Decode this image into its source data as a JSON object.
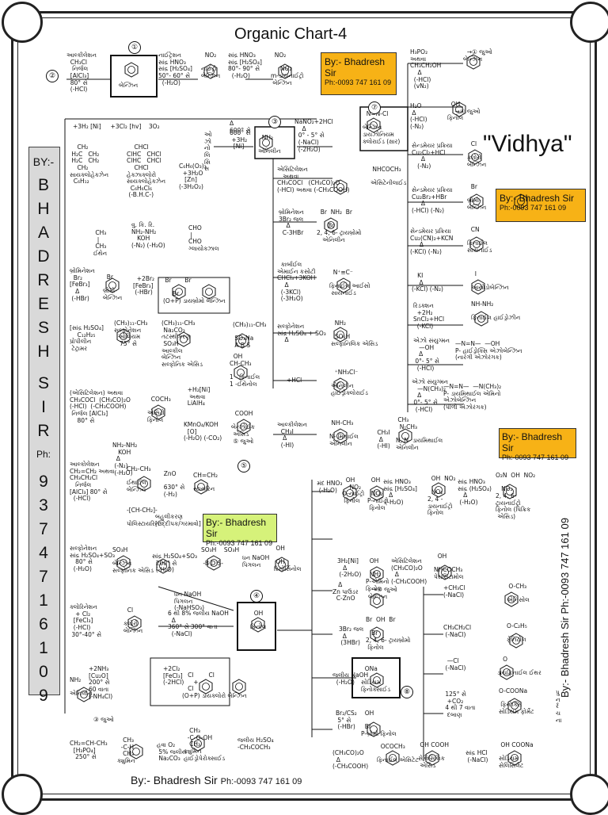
{
  "title": "Organic Chart-4",
  "watermark": "\"Vidhya\"",
  "credits": {
    "label": "By:- Bhadresh Sir",
    "phone": "Ph:-0093 747 161 09",
    "phone_alt": "Ph:-0093 747 161 09",
    "footer_label": "By:- Bhadresh Sir",
    "footer_phone": "Ph:-0093 747 161 09",
    "vertical": "By:- Bhadresh Sir Ph:-0093 747 161 09"
  },
  "sidebar": {
    "by": "BY:-",
    "letters": [
      "B",
      "H",
      "A",
      "D",
      "R",
      "E",
      "S",
      "H",
      "",
      "S",
      "I",
      "R"
    ],
    "ph": "Ph:",
    "digits": [
      "9",
      "3",
      "7",
      "4",
      "7",
      "1",
      "6",
      "1",
      "0",
      "9"
    ]
  },
  "center_numbers": [
    "①",
    "②",
    "③",
    "④",
    "⑤",
    "⑦",
    "⑧"
  ],
  "blocks": [
    {
      "id": "b1",
      "text": "આલ્કીલેશન\n  CH₃Cl\n   નિર્જલ\n  [AlCl₃]\n  80° સે\n  (-HCl)"
    },
    {
      "id": "b2",
      "text": "નાઈટ્રેશન\nસાંદ્ર HNO₃\nસાંદ્ર [H₂SO₄]\n50°- 60° સે\n  (-H₂O)"
    },
    {
      "id": "b3",
      "text": "  NO₂\n\nનાઈટ્રો\nબેન્ઝિન"
    },
    {
      "id": "b4",
      "text": "સાંદ્ર HNO₃\nસાંદ્ર [H₂SO₄]\n80°- 90° સે\n  (-H₂O)"
    },
    {
      "id": "b5",
      "text": "  NO₂\n\n     NO₂\nm-ડાયનાઈટ્રો\n બેન્ઝિન"
    },
    {
      "id": "b6",
      "text": "બેન્ઝિન"
    },
    {
      "id": "b7",
      "text": "+3H₂ [Ni]     +3Cl₂ [hv]    3O₂"
    },
    {
      "id": "b8",
      "text": "    CH₂\n H₂C   CH₂\n H₂C   CH₂\n    CH₂\nસાયક્લોહેક્ઝેન\n  C₆H₁₂"
    },
    {
      "id": "b9",
      "text": "    CHCl\nClHC   CHCl\nClHC   CHCl\n    CHCl\nહેક્ઝાક્લોરો\nસાયક્લોહેક્ઝેન\n  C₆H₆Cl₆\n (-B.H.C-)"
    },
    {
      "id": "b10",
      "text": "ઓ\nઝો\nનો\nલિ\nસિ\nસ"
    },
    {
      "id": "b11",
      "text": "C₆H₆(O₃)₃\n  +3H₂O\n   [Zn]\n(-3H₂O₂)"
    },
    {
      "id": "b12",
      "text": "વુ. કિ. રિ.\nNH₂-NH₂\n   KOH\n(-N₂) (-H₂O)"
    },
    {
      "id": "b13",
      "text": " CH₃\n  |\n CH₃\nઈથેન"
    },
    {
      "id": "b14",
      "text": "CHO\n |\nCHO\nગ્લાયોક્ઝાલ"
    },
    {
      "id": "b15",
      "text": "600° સે\n +3H₂\n  [Ni]"
    },
    {
      "id": "b16",
      "text": "  NH₂\n\nએનિલીન"
    },
    {
      "id": "b17",
      "text": "NaNO₂+2HCl\n    Δ\n  0° - 5° સે\n  (-NaCl)\n  (-2H₂O)"
    },
    {
      "id": "b18",
      "text": "  N=N-Cl\n\nબેન્ઝિન\nડાયઝોનિયમ\nક્લોરાઈડ (ક્ષાર)"
    },
    {
      "id": "b19",
      "text": "H₃PO₂\nઅથવા\nCH₃CH₂OH\n    Δ\n  (-HCl)\n  (vN₂)"
    },
    {
      "id": "b20",
      "text": "  →① જુઓ\nબેન્ઝિન"
    },
    {
      "id": "b21",
      "text": "H₂O\n Δ\n(-HCl)\n(-N₂)"
    },
    {
      "id": "b22",
      "text": "  OH\n    →④ જુઓ\nફિનોલ"
    },
    {
      "id": "b23",
      "text": "સેન્ડમેયર પ્રક્રિયા\nCu₂Cl₂+HCl\n     Δ\n   (-N₂)"
    },
    {
      "id": "b24",
      "text": "  Cl\n\nક્લોરો\nબેન્ઝિન"
    },
    {
      "id": "b25",
      "text": "સેન્ડમેયર પ્રક્રિયા\nCu₂Br₂+HBr\n     Δ\n(-HCl) (-N₂)"
    },
    {
      "id": "b26",
      "text": "  Br\n\nબ્રોમો-\nબેન્ઝિન"
    },
    {
      "id": "b27",
      "text": "સેન્ડમેયર પ્રક્રિયા\nCu₂(CN)₂+KCN\n     Δ\n(-KCl) (-N₂)"
    },
    {
      "id": "b28",
      "text": "  CN\n\nફિનાઈલ\nસાયનાઈડ"
    },
    {
      "id": "b29",
      "text": "   KI\n    Δ\n(-KCl) (-N₂)"
    },
    {
      "id": "b30",
      "text": "  I\n\nઆયોડોબેન્ઝિન"
    },
    {
      "id": "b31",
      "text": "રિડક્શન\n  +2H₂\nSnCl₂+HCl\n  (-KCl)"
    },
    {
      "id": "b32",
      "text": "NH-NH₂\n\nફિનાઈલ હાઈડ્રોઝીન"
    },
    {
      "id": "b33",
      "text": "એઝો સંયુગ્મન\n   —OH\n   Δ\n 0°- 5° સે\n  (-HCl)"
    },
    {
      "id": "b34",
      "text": "—N=N—  —OH\nP- હાઈડ્રોક્સિ એઝોબેન્ઝિન\n(નારંગી એઝોરંગક)"
    },
    {
      "id": "b35",
      "text": "એઝો સંયુગ્મન\n   —N(CH₃)₂\n   Δ\n 0°- 5° સે\n  (-HCl)"
    },
    {
      "id": "b36",
      "text": "—N=N—  —N(CH₃)₂\nP- ડાયમિથાઈલ એમિનો\nએઝોબેન્ઝિન\n(પીળો એઝોરંગક)"
    },
    {
      "id": "b37",
      "text": "એસિટિલેશન\n   અથવા\nCH₃COCl   (CH₃CO)₂O\n(-HCl) અથવા (-CH₃COOH)"
    },
    {
      "id": "b38",
      "text": " NHCOCH₃\n\nએસિટેનીલાઈડ"
    },
    {
      "id": "b39",
      "text": "બ્રોમિનેશન\n3Br₂ જલ\n    Δ\n  C-3HBr"
    },
    {
      "id": "b40",
      "text": "  Br  NH₂  Br\n\n      Br\n2, 4, 6- ટ્રાયબ્રોમો\n   એનિલીન"
    },
    {
      "id": "b41",
      "text": "  કાર્બાઈલ\nએમાઈન કસોટી\nCHCl₃+3KOH\n    Δ\n  (-3KCl)\n  (-3H₂O)"
    },
    {
      "id": "b42",
      "text": "  N⁺≡C⁻\n\nફિનાઈલ આઈસો\n સાયનાઈડ"
    },
    {
      "id": "b43",
      "text": "સલ્ફોનેશન\nસાંદ્ર H₂SO₄ + SO₃\n    Δ"
    },
    {
      "id": "b44",
      "text": "  NH₂\n\n  SO₃H\nસલ્ફાનિલિક એસિડ"
    },
    {
      "id": "b45",
      "text": "+HCl"
    },
    {
      "id": "b46",
      "text": "  ⁺NH₃Cl⁻\n\nએનિલીન\nહાઈડ્રોક્લોરાઈડ"
    },
    {
      "id": "b47",
      "text": "આલ્કીલેશન\n  CH₃I\n   Δ\n  (-HI)"
    },
    {
      "id": "b48",
      "text": " NH-CH₃\n\nN- મિથાઈલ\nએનિલીન"
    },
    {
      "id": "b49",
      "text": " CH₃I\n  Δ\n (-HI)"
    },
    {
      "id": "b50",
      "text": " CH₃\n  N-CH₃\n\nN, N- ડાયમિથાઈલ\nએનિલીન"
    },
    {
      "id": "b51",
      "text": "બ્રોમિનેશન\n  Br₂\n[FeBr₃]\n   Δ\n (-HBr)"
    },
    {
      "id": "b52",
      "text": "  Br\n\nબ્રોમો-\nબેન્ઝિન"
    },
    {
      "id": "b53",
      "text": "  +2Br₂\n[FeBr₃]\n (-HBr)"
    },
    {
      "id": "b54",
      "text": " Br       Br\n\n     Br\n(O+P) ડાયબ્રોમો બેન્ઝિન"
    },
    {
      "id": "b55",
      "text": "[સાંદ્ર H₂SO₄]\n    C₁₂H₂₅\nપ્રોપીલીન\n ટેટ્રામર"
    },
    {
      "id": "b56",
      "text": "(CH₃)₁₁-CH₃\nસલ્ફોનેશન\n  ઓલિયમ\n   75° સે"
    },
    {
      "id": "b57",
      "text": "(CH₃)₁₁-CH₃\n Na₂CO₃\nતટસ્થીકરણ\n SO₃H\nઆલ્કીલ\nબેન્ઝિન\nસલ્ફોનિક એસિડ"
    },
    {
      "id": "b58",
      "text": "(CH₃)₁₁-CH₃\n\n SO₃Na\n A B S"
    },
    {
      "id": "b59",
      "text": "(એસિટિલેશન) અથવા\nCH₃COCl  (CH₃CO)₂O\n(-HCl)  (-CH₃COOH)\n નિર્જલ [AlCl₃]\n    80° સે"
    },
    {
      "id": "b60",
      "text": "  COCH₃\n\nએસિટો\nફિનોલ"
    },
    {
      "id": "b61",
      "text": "  +H₂[Ni]\n   અથવા\n  LiAlH₄"
    },
    {
      "id": "b62",
      "text": "  OH\nCH-CH₃\n\n1 - ફિનાઈલ\n1 -ઈથેનોલ"
    },
    {
      "id": "b63",
      "text": "KMnO₄/KOH\n  [O]\n(-H₂O) (-CO₂)"
    },
    {
      "id": "b64",
      "text": "  COOH\n\nબેન્ઝોઈક\n એસિડ\n ⑤ જુઓ"
    },
    {
      "id": "b65",
      "text": "NH₂-NH₂\n   KOH\n  Δ\n (-N₂)\n (-H₂O)"
    },
    {
      "id": "b66",
      "text": "આલ્કોલેશન\nCH₂=CH₂ અથવા\nCH₃CH₂Cl\n   નિર્જલ\n[AlCl₃] 80° સે\n  (-HCl)"
    },
    {
      "id": "b67",
      "text": "CH₂-CH₃\n\nઈથાઈલ\nબેન્ઝિન"
    },
    {
      "id": "b68",
      "text": "  ZnO\n\n  630° સે\n  (-H₂)"
    },
    {
      "id": "b69",
      "text": "CH=CH₂\n\nસ્ટાયરિન"
    },
    {
      "id": "b70",
      "text": "-[CH-CH₂]-\n\nપોલિસ્ટાયરિન"
    },
    {
      "id": "b71",
      "text": "બહુલીકરણ\n[ઉદ્દીપક/ગરમાવો]"
    },
    {
      "id": "b72",
      "text": "સલ્ફોનેશન\nસાંદ્ર H₂SO₄+SO₃\n   80° સે\n  (-H₂O)"
    },
    {
      "id": "b73",
      "text": "SO₃H\n\nબેન્ઝિન\nસલ્ફોનિક એસિડ"
    },
    {
      "id": "b74",
      "text": "સાંદ્ર H₂SO₄+SO₃\n  200° સે\n  (-H₂O)"
    },
    {
      "id": "b75",
      "text": "SO₃H    SO₃H\n\n -B·D·S-"
    },
    {
      "id": "b76",
      "text": "ધન NaOH\nપિગલન"
    },
    {
      "id": "b77",
      "text": " OH\n\n OH\nરિસોર્સિનોલ"
    },
    {
      "id": "b78",
      "text": "ધન NaOH\nપિગલન\n(-NaHSO₃)"
    },
    {
      "id": "b79",
      "text": "ક્લોરિનેશન\n   + Cl₂\n  [FeCl₃]\n  (-HCl)\n 30°-40° સે"
    },
    {
      "id": "b80",
      "text": "  Cl\n\nક્લોરો\nબેન્ઝિન"
    },
    {
      "id": "b81",
      "text": "6 થી 8% જલીય NaOH\n  Δ\n360° સે 300° વાતા\n  (-NaCl)"
    },
    {
      "id": "b82",
      "text": "  OH\n\nફિનોલ"
    },
    {
      "id": "b83",
      "text": "+2NH₃\n[Cu₂O]\n200° સે\n60 વાતા\n(-NH₄Cl)"
    },
    {
      "id": "b84",
      "text": "+2Cl₂\n[FeCl₃]\n(-2HCl)"
    },
    {
      "id": "b85",
      "text": "   Cl        Cl\n      +\n   Cl\n(O+P) ડાયક્લોરો બેન્ઝિન"
    },
    {
      "id": "b86",
      "text": "NH₂\n\nએનિલીન"
    },
    {
      "id": "b87",
      "text": "③ જુઓ"
    },
    {
      "id": "b88",
      "text": "CH₂=CH-CH₃\n  [H₃PO₄]\n   250° સે"
    },
    {
      "id": "b89",
      "text": "   CH₃\n  -C-H\n   CH₃\nક્યુમિન"
    },
    {
      "id": "b90",
      "text": "હવા O₂\n 5% જલીય\n Na₂CO₃"
    },
    {
      "id": "b91",
      "text": "   CH₃\n  -C-O-OH\n   CH₃\nક્યુમિન\nહાઈડ્રોપેરોક્સાઈડ"
    },
    {
      "id": "b92",
      "text": "જલીય H₂SO₄\n-CH₃COCH₃"
    },
    {
      "id": "b93",
      "text": " મંદ HNO₃\n  (-H₂O)"
    },
    {
      "id": "b94",
      "text": "  OH\n    NO₂\nO-નાઈટ્રો\n ફિનોલ"
    },
    {
      "id": "b95",
      "text": "  OH\n\n  NO₂\nP-નાઈટ્રો\n ફિનોલ"
    },
    {
      "id": "b96",
      "text": "સાંદ્ર HNO₃\nસાંદ્ર [H₂SO₄]\n   Δ\n (-H₂O)"
    },
    {
      "id": "b97",
      "text": "  OH  NO₂\n\n  NO₂\n2, 4 -\nડાયનાઈટ્રો\nફિનોલ"
    },
    {
      "id": "b98",
      "text": "સાંદ્ર HNO₃\nસાંદ્ર (H₂SO₄)\n   Δ\n (-H₂O)"
    },
    {
      "id": "b99",
      "text": "O₂N  OH  NO₂\n\n   NO₂\n2, 4, 6-\nટ્રાયનાઈટ્રો\nફિનોલ (પિક્રિક\n એસિડ)"
    },
    {
      "id": "b100",
      "text": "3H₂[Ni]\n   Δ\n (-2H₂O)"
    },
    {
      "id": "b101",
      "text": "  OH\n\n  NH₂\nP-એમિનો\nફિનોલ"
    },
    {
      "id": "b102",
      "text": "એસિટિલેશન\n(CH₃CO)₂O\n  Δ\n(-CH₃COOH)"
    },
    {
      "id": "b103",
      "text": "  OH\n\nNHCOCH₃\nપેરાસિટામોલ"
    },
    {
      "id": "b104",
      "text": "   Δ\nZn પાઉડર\n  C-ZnO"
    },
    {
      "id": "b105",
      "text": "  →① જુઓ\nબેન્ઝિન"
    },
    {
      "id": "b106",
      "text": "3Br₂ જલ\n  Δ\n (3HBr)"
    },
    {
      "id": "b107",
      "text": "Br  OH  Br\n\n   Br\n2, 4, 6- ટ્રાયબ્રોમો\n ફિનોલ"
    },
    {
      "id": "b108",
      "text": "જલીય NaOH\n  (-H₂O)"
    },
    {
      "id": "b109",
      "text": "  ONa\n\nસોડિયમ\nફિનોક્સાઈડ"
    },
    {
      "id": "b110",
      "text": "Br₂/CS₂\n 5° સે\n (-HBr)"
    },
    {
      "id": "b111",
      "text": "  OH\n\n  Br\nP-બ્રોમો ફિનોલ"
    },
    {
      "id": "b112",
      "text": "(CH₃CO)₂O\n  Δ\n(-CH₃COOH)"
    },
    {
      "id": "b113",
      "text": "  OCOCH₃\n\nફિનાઈલ એસિટેટ"
    },
    {
      "id": "b114",
      "text": "+CH₃Cl\n(-NaCl)"
    },
    {
      "id": "b115",
      "text": " O-CH₃\n\nએનિસોલ"
    },
    {
      "id": "b116",
      "text": "CH₃CH₂Cl\n (-NaCl)"
    },
    {
      "id": "b117",
      "text": "O-C₂H₅\n\nફેનિટોલ"
    },
    {
      "id": "b118",
      "text": "  —Cl\n (-NaCl)"
    },
    {
      "id": "b119",
      "text": "   O\n\nડાયફિનાઈલ ઈથર"
    },
    {
      "id": "b120",
      "text": " 125° સે\n  +CO₂\n 4 થી 7 વાતા\n  દબાણ"
    },
    {
      "id": "b121",
      "text": "O-COONa\n\n ફિનોક્સિ\nસોડિયમ ફોર્મેટ"
    },
    {
      "id": "b122",
      "text": "પુ\nન\nર્ર\nચ\nના"
    },
    {
      "id": "b123",
      "text": " OH COOH\n\nસેલિસિલિક\n એસિડ"
    },
    {
      "id": "b124",
      "text": "સાંદ્ર HCl\n (-NaCl)"
    },
    {
      "id": "b125",
      "text": " OH COONa\n\nસોડિયમ\nસેલિસિલેટ"
    },
    {
      "id": "b126",
      "text": "Δ\n600° સે"
    }
  ]
}
